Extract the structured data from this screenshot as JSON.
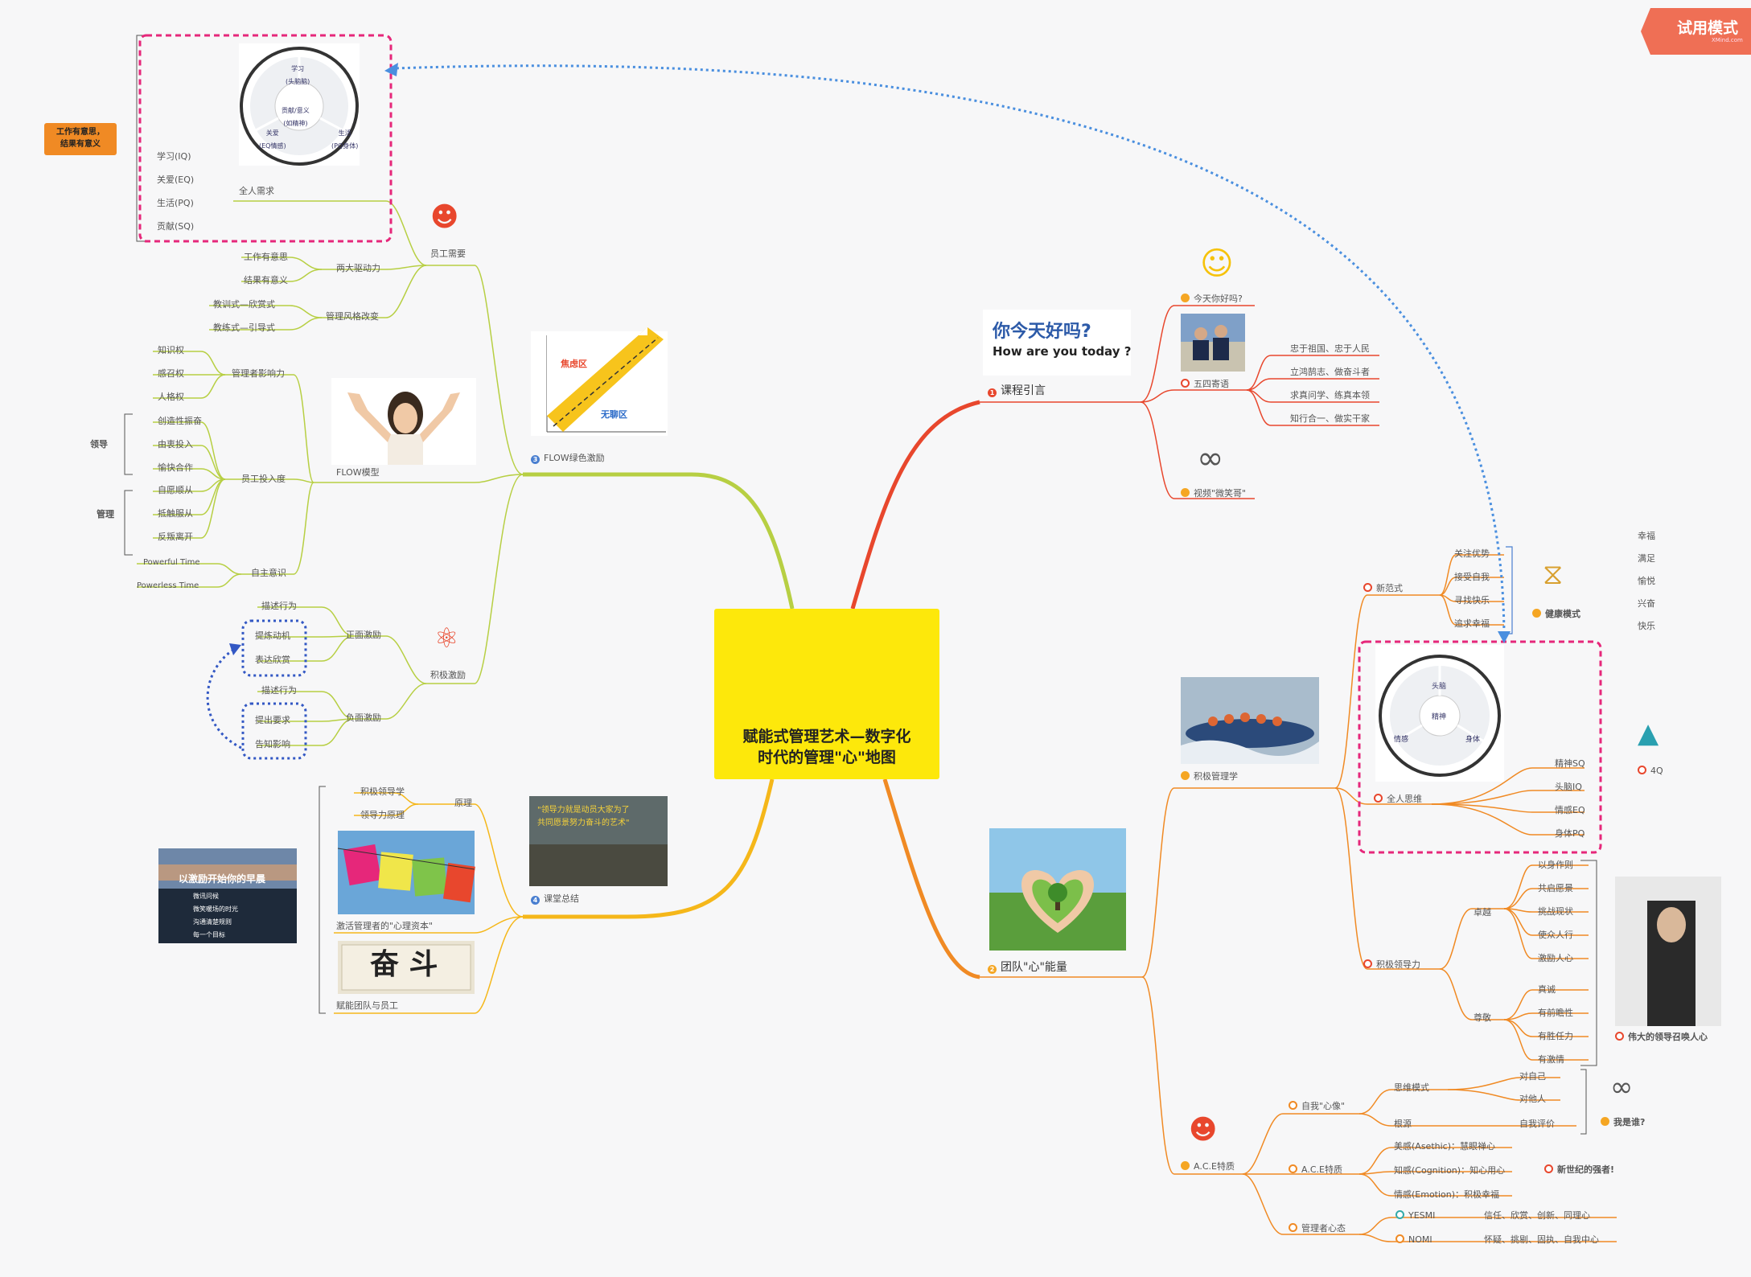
{
  "trial_badge": {
    "label": "试用模式",
    "sub": "XMind.com"
  },
  "center": {
    "title": "赋能式管理艺术—数字化\n时代的管理\"心\"地图"
  },
  "greeting": {
    "cn": "你今天好吗?",
    "en": "How are you today ?"
  },
  "right_top": {
    "branch_label": "课程引言",
    "today": "今天你好吗?",
    "wusi": "五四寄语",
    "wusi_items": [
      "忠于祖国、忠于人民",
      "立鸿鹄志、做奋斗者",
      "求真问学、练真本领",
      "知行合一、做实干家"
    ],
    "video": "视频\"微笑哥\""
  },
  "right_bottom": {
    "branch_label": "团队\"心\"能量",
    "positive_psych": "积极管理学",
    "new_paradigm": "新范式",
    "new_paradigm_items": [
      "关注优势",
      "接受自我",
      "寻找快乐",
      "追求幸福"
    ],
    "health_mode": "健康模式",
    "health_items": [
      "幸福",
      "满足",
      "愉悦",
      "兴奋",
      "快乐"
    ],
    "whole_thinking": "全人思维",
    "whole_items": [
      "精神SQ",
      "头脑IQ",
      "情感EQ",
      "身体PQ"
    ],
    "circle_labels": {
      "top": "头脑",
      "center": "精神",
      "left": "情感",
      "right": "身体"
    },
    "four_q": "4Q",
    "positive_leadership": "积极领导力",
    "zhuoyue": "卓越",
    "zhuoyue_items": [
      "以身作则",
      "共启愿景",
      "挑战现状",
      "使众人行",
      "激励人心"
    ],
    "zunjing": "尊敬",
    "zunjing_items": [
      "真诚",
      "有前瞻性",
      "有胜任力",
      "有激情"
    ],
    "great_leader": "伟大的领导召唤人心",
    "ace": "A.C.E特质",
    "self_heart": "自我\"心像\"",
    "thinking_mode": "思维模式",
    "thinking_items": [
      "对自己",
      "对他人"
    ],
    "root": "根源",
    "self_eval": "自我评价",
    "who_am_i": "我是谁?",
    "ace_trait": "A.C.E特质",
    "ace_items": [
      "美感(Asethic)：慧眼禅心",
      "知感(Cognition)：知心用心",
      "情感(Emotion)：积极幸福"
    ],
    "new_strong": "新世纪的强者!",
    "manager_mind": "管理者心态",
    "yesmi": "YESMI",
    "yesmi_items": "信任、欣赏、创新、同理心",
    "nomi": "NOMI",
    "nomi_items": "怀疑、挑剔、固执、自我中心"
  },
  "left_top": {
    "branch_label": "FLOW绿色激励",
    "chart_zone1": "焦虑区",
    "chart_zone2": "无聊区",
    "employee_need": "员工需要",
    "whole_demand": "全人需求",
    "whole_items": [
      "学习(IQ)",
      "关爱(EQ)",
      "生活(PQ)",
      "贡献(SQ)"
    ],
    "circle_labels": {
      "top": "学习\n(头脑脑)",
      "center": "贡献/意义\n(如精神)",
      "left": "关爱\n(EQ情感)",
      "right": "生活\n(PQ身体)"
    },
    "work_meaning_box": "工作有意思，\n结果有意义",
    "two_drivers": "两大驱动力",
    "two_drivers_items": [
      "工作有意思",
      "结果有意义"
    ],
    "style_change": "管理风格改变",
    "style_items": [
      "教训式—欣赏式",
      "教练式—引导式"
    ],
    "manager_influence": "管理者影响力",
    "influence_items": [
      "知识权",
      "感召权",
      "人格权"
    ],
    "flow_model": "FLOW模型",
    "employee_engagement": "员工投入度",
    "lead": "领导",
    "lead_items": [
      "创造性振奋",
      "由衷投入",
      "愉快合作"
    ],
    "manage": "管理",
    "manage_items": [
      "自愿顺从",
      "抵触服从",
      "反叛离开"
    ],
    "self_aware": "自主意识",
    "self_items": [
      "Powerful Time",
      "Powerless Time"
    ],
    "positive_incentive": "积极激励",
    "pos_inc": "正面激励",
    "pos_items": [
      "描述行为",
      "提炼动机",
      "表达欣赏"
    ],
    "neg_inc": "负面激励",
    "neg_items": [
      "描述行为",
      "提出要求",
      "告知影响"
    ]
  },
  "left_bottom": {
    "branch_label": "课堂总结",
    "principle": "原理",
    "principle_items": [
      "积极领导学",
      "领导力原理"
    ],
    "stimulate": "激活管理者的\"心理资本\"",
    "empower": "赋能团队与员工",
    "quote_text": "\"领导力就是动员大家为了\n共同愿景努力奋斗的艺术\"",
    "sunrise_title": "以激励开始你的早晨",
    "sunrise_items": [
      "微讯问候",
      "微笑暖场的时光",
      "沟通清楚规则",
      "每一个目标"
    ],
    "calligraphy": "奋 斗"
  }
}
